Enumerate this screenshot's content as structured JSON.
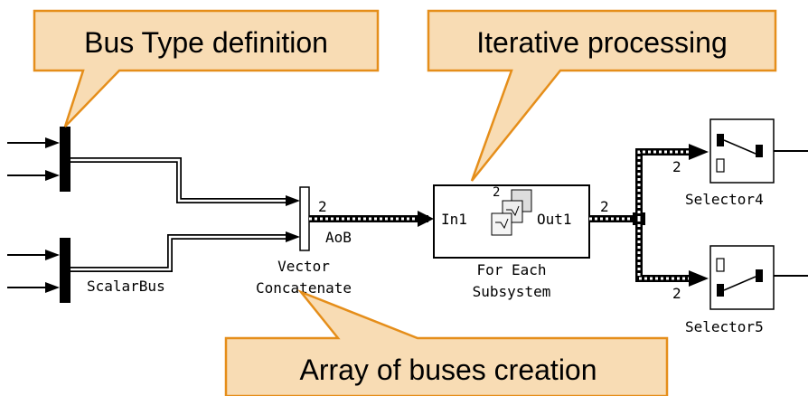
{
  "callouts": {
    "bus_type": "Bus Type definition",
    "iterative": "Iterative processing",
    "array": "Array of buses creation"
  },
  "blocks": {
    "scalar_bus_label": "ScalarBus",
    "vector_concat_line1": "Vector",
    "vector_concat_line2": "Concatenate",
    "for_each_line1": "For Each",
    "for_each_line2": "Subsystem",
    "in_port": "In1",
    "out_port": "Out1",
    "selector4": "Selector4",
    "selector5": "Selector5"
  },
  "signals": {
    "aob_label": "AoB",
    "dim_concat_out": "2",
    "dim_foreach_in": "2",
    "dim_foreach_out": "2",
    "dim_sel4_in": "2",
    "dim_sel5_in": "2"
  },
  "colors": {
    "callout_fill": "#f8dcb4",
    "callout_border": "#e58e1a",
    "ink": "#000000"
  }
}
